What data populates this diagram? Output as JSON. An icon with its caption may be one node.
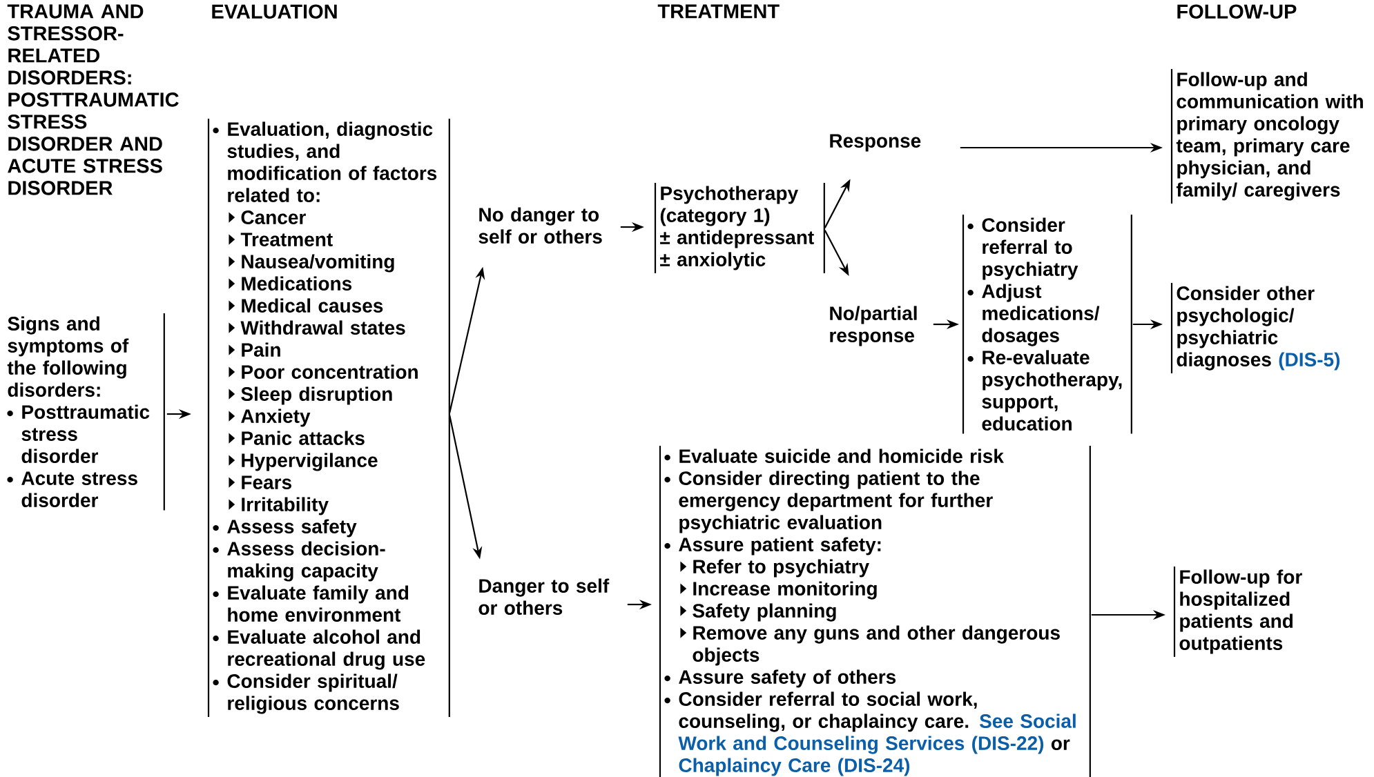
{
  "diagram": {
    "title": "TRAUMA AND STRESSOR-RELATED DISORDERS: POSTTRAUMATIC STRESS DISORDER AND ACUTE STRESS DISORDER",
    "labels": [
      "EVALUATION",
      "TREATMENT",
      "FOLLOW-UP"
    ],
    "nodes": [
      {
        "text": [
          "Signs and symptoms of the following disorders:",
          "Posttraumatic stress disorder",
          "Acute stress disorder"
        ]
      },
      {
        "text": [
          "Evaluation, diagnostic studies, and modification of factors related to:",
          "Cancer",
          "Treatment",
          "Nausea/vomiting",
          "Medications",
          "Medical causes",
          "Withdrawal states",
          "Pain",
          "Poor concentration",
          "Sleep disruption",
          "Anxiety",
          "Panic attacks",
          "Hypervigilance",
          "Fears",
          "Irritability",
          "Assess safety",
          "Assess decision-making capacity",
          "Evaluate family and home environment",
          "Evaluate alcohol and recreational drug use",
          "Consider spiritual/ religious concerns"
        ]
      },
      {
        "text": [
          "No danger to self or others"
        ]
      },
      {
        "text": [
          "Danger to self or others"
        ]
      },
      {
        "text": [
          "Psychotherapy (category 1)",
          "± antidepressant",
          "± anxiolytic"
        ]
      },
      {
        "text": [
          "Response"
        ]
      },
      {
        "text": [
          "No/partial response"
        ]
      },
      {
        "text": [
          "Consider referral to psychiatry",
          "Adjust medications/ dosages",
          "Re-evaluate psychotherapy, support, education"
        ]
      },
      {
        "text": [
          "Follow-up and communication with primary oncology team, primary care physician, and family/ caregivers"
        ]
      },
      {
        "text": [
          "Consider other psychologic/ psychiatric diagnoses",
          "(DIS-5)"
        ]
      },
      {
        "text": [
          "Evaluate suicide and homicide risk",
          "Consider directing patient to the emergency department for further psychiatric evaluation",
          "Assure patient safety:",
          "Refer to psychiatry",
          "Increase monitoring",
          "Safety planning",
          "Remove any guns and other dangerous objects",
          "Assure safety of others",
          "Consider referral to social work, counseling, or chaplaincy care.",
          "See Social Work and Counseling Services (DIS-22)",
          "or",
          "Chaplaincy Care (DIS-24)"
        ]
      },
      {
        "text": [
          "Follow-up for hospitalized patients and outpatients"
        ]
      }
    ],
    "edges": [
      {
        "from": 0,
        "to": 1,
        "arrow": "to"
      },
      {
        "from": 1,
        "to": 2,
        "arrow": "to"
      },
      {
        "from": 1,
        "to": 3,
        "arrow": "to"
      },
      {
        "from": 2,
        "to": 4,
        "arrow": "to"
      },
      {
        "from": 3,
        "to": 10,
        "arrow": "to"
      },
      {
        "from": 4,
        "to": 5,
        "arrow": "to"
      },
      {
        "from": 4,
        "to": 6,
        "arrow": "to"
      },
      {
        "from": 5,
        "to": 8,
        "arrow": "to"
      },
      {
        "from": 6,
        "to": 7,
        "arrow": "to"
      },
      {
        "from": 7,
        "to": 9,
        "arrow": "to"
      },
      {
        "from": 10,
        "to": 11,
        "arrow": "to"
      }
    ]
  }
}
